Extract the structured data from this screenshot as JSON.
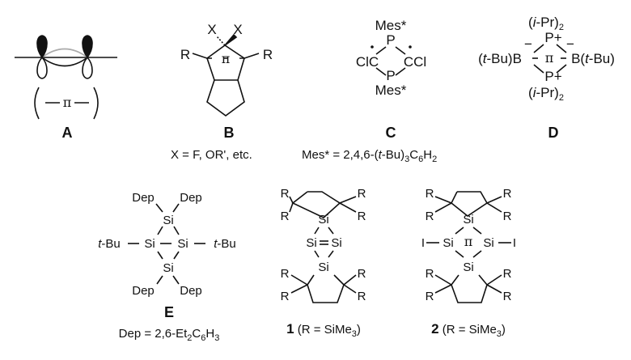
{
  "compounds": {
    "A": {
      "label": "A",
      "pi": "π"
    },
    "B": {
      "label": "B",
      "X1": "X",
      "X2": "X",
      "R1": "R",
      "R2": "R",
      "pi": "π"
    },
    "C": {
      "label": "C",
      "top": "Mes*",
      "bottom": "Mes*",
      "P1": "P",
      "P2": "P",
      "left": "ClC",
      "right": "CCl"
    },
    "D": {
      "label": "D",
      "top": "(i-Pr)2",
      "bottom": "(i-Pr)2",
      "P1": "P+",
      "P2": "P+",
      "left": "(t-Bu)B",
      "right": "B(t-Bu)",
      "pi": "π",
      "minus": "−"
    },
    "E": {
      "label": "E",
      "dep": "Dep",
      "tbu": "t-Bu",
      "si": "Si",
      "footnote": "Dep = 2,6-Et2C6H3"
    },
    "c1": {
      "label": "1",
      "caption": "(R = SiMe3)",
      "r": "R",
      "si": "Si"
    },
    "c2": {
      "label": "2",
      "caption": "(R = SiMe3)",
      "r": "R",
      "si": "Si",
      "i": "I",
      "pi": "π"
    }
  },
  "legend": {
    "x_def": "X = F, OR', etc.",
    "mes_def": "Mes* = 2,4,6-(t-Bu)3C6H2"
  }
}
